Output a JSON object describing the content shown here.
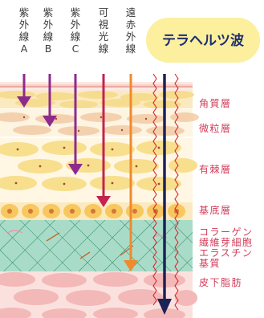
{
  "columns": [
    {
      "label": "紫外線A",
      "color": "#8d2b8d"
    },
    {
      "label": "紫外線B",
      "color": "#8d2b8d"
    },
    {
      "label": "紫外線C",
      "color": "#8d2b8d"
    },
    {
      "label": "可視光線",
      "color": "#c2234f"
    },
    {
      "label": "遠赤外線",
      "color": "#ef8a2d"
    }
  ],
  "highlight": {
    "label": "テラヘルツ波",
    "color": "#1d2257",
    "pill_color": "#fcef9e"
  },
  "layers": [
    {
      "name": "角質層"
    },
    {
      "name": "微粒層"
    },
    {
      "name": "有棘層"
    },
    {
      "name": "基底層"
    },
    {
      "name": "コラーゲン"
    },
    {
      "name": "繊維芽細胞"
    },
    {
      "name": "エラスチン"
    },
    {
      "name": "基質"
    },
    {
      "name": "皮下脂肪"
    }
  ]
}
